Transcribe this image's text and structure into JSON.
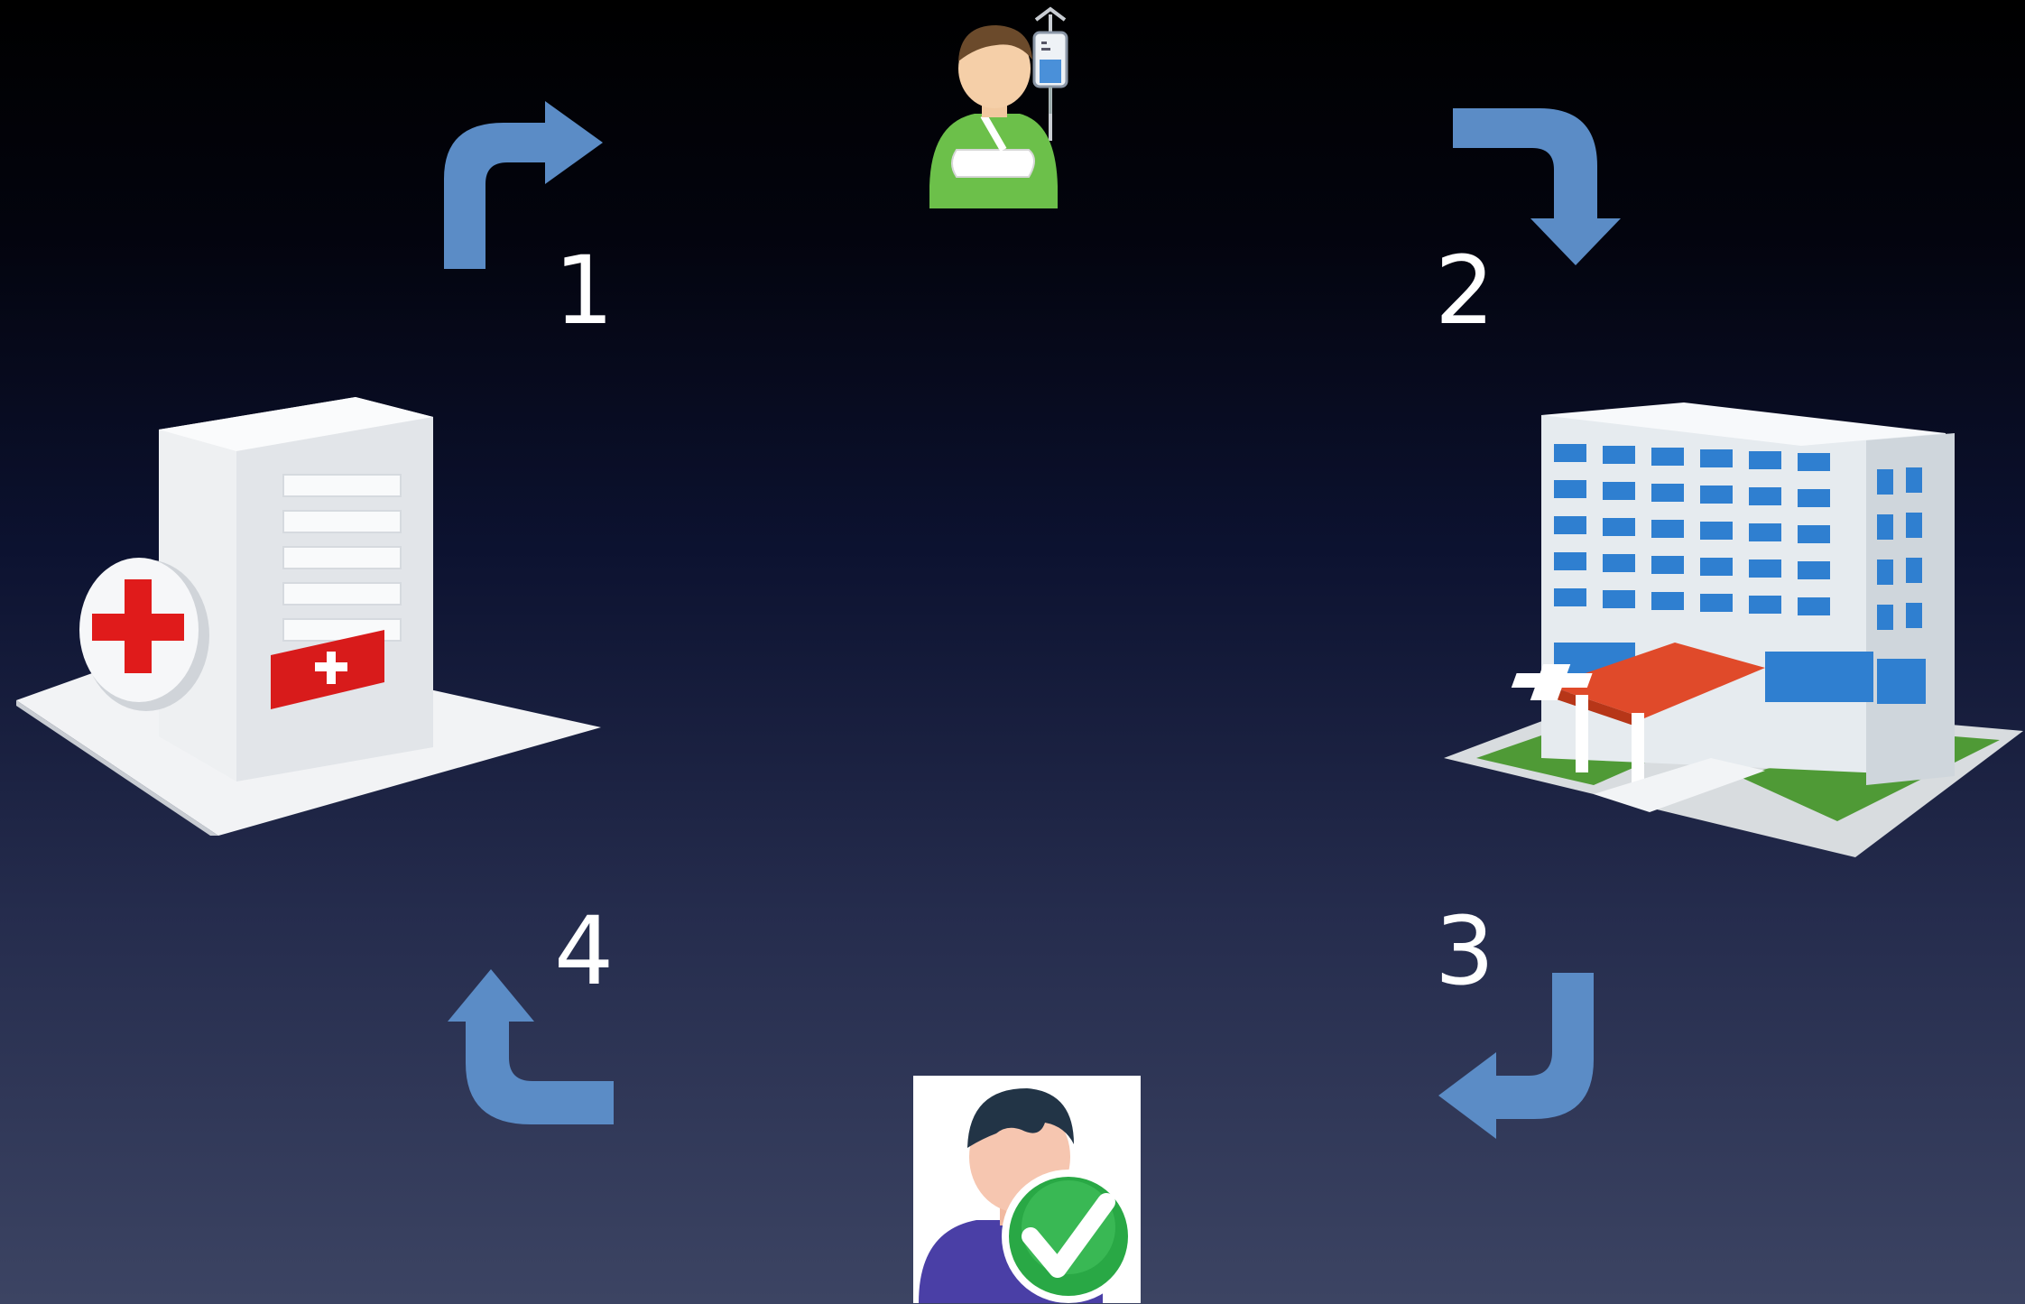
{
  "steps": [
    {
      "label": "1"
    },
    {
      "label": "2"
    },
    {
      "label": "3"
    },
    {
      "label": "4"
    }
  ],
  "colors": {
    "arrow": "#5b8cc6",
    "cross_red": "#e01b1b",
    "check_green": "#29a845",
    "background_top": "#000000",
    "background_bottom": "#3c4463"
  },
  "nodes": [
    {
      "icon": "patient-with-iv-icon"
    },
    {
      "icon": "large-hospital-building-icon"
    },
    {
      "icon": "recovered-person-checkmark-icon"
    },
    {
      "icon": "small-hospital-clinic-icon"
    }
  ]
}
